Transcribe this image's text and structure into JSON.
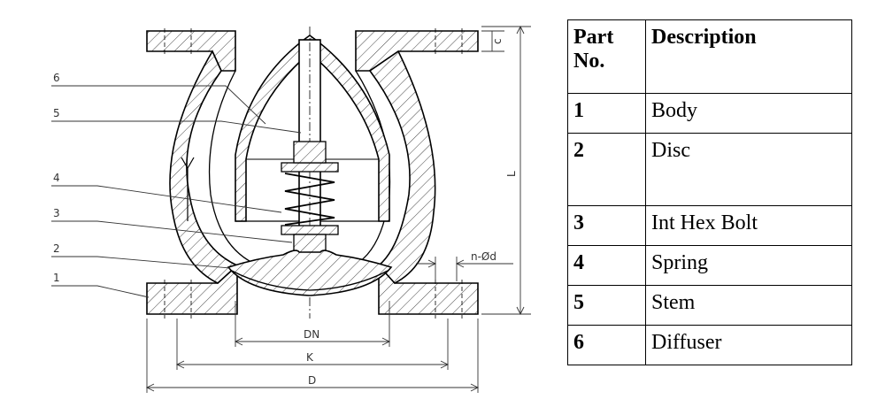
{
  "leaders": [
    "6",
    "5",
    "4",
    "3",
    "2",
    "1"
  ],
  "dims": {
    "c": "c",
    "L": "L",
    "hole": "n-Ød",
    "DN": "DN",
    "K": "K",
    "D": "D"
  },
  "table": {
    "headers": [
      "Part No.",
      "Description"
    ],
    "rows": [
      {
        "no": "1",
        "desc": "Body"
      },
      {
        "no": "2",
        "desc": "Disc"
      },
      {
        "no": "3",
        "desc": "Int Hex Bolt"
      },
      {
        "no": "4",
        "desc": "Spring"
      },
      {
        "no": "5",
        "desc": "Stem"
      },
      {
        "no": "6",
        "desc": "Diffuser"
      }
    ]
  }
}
